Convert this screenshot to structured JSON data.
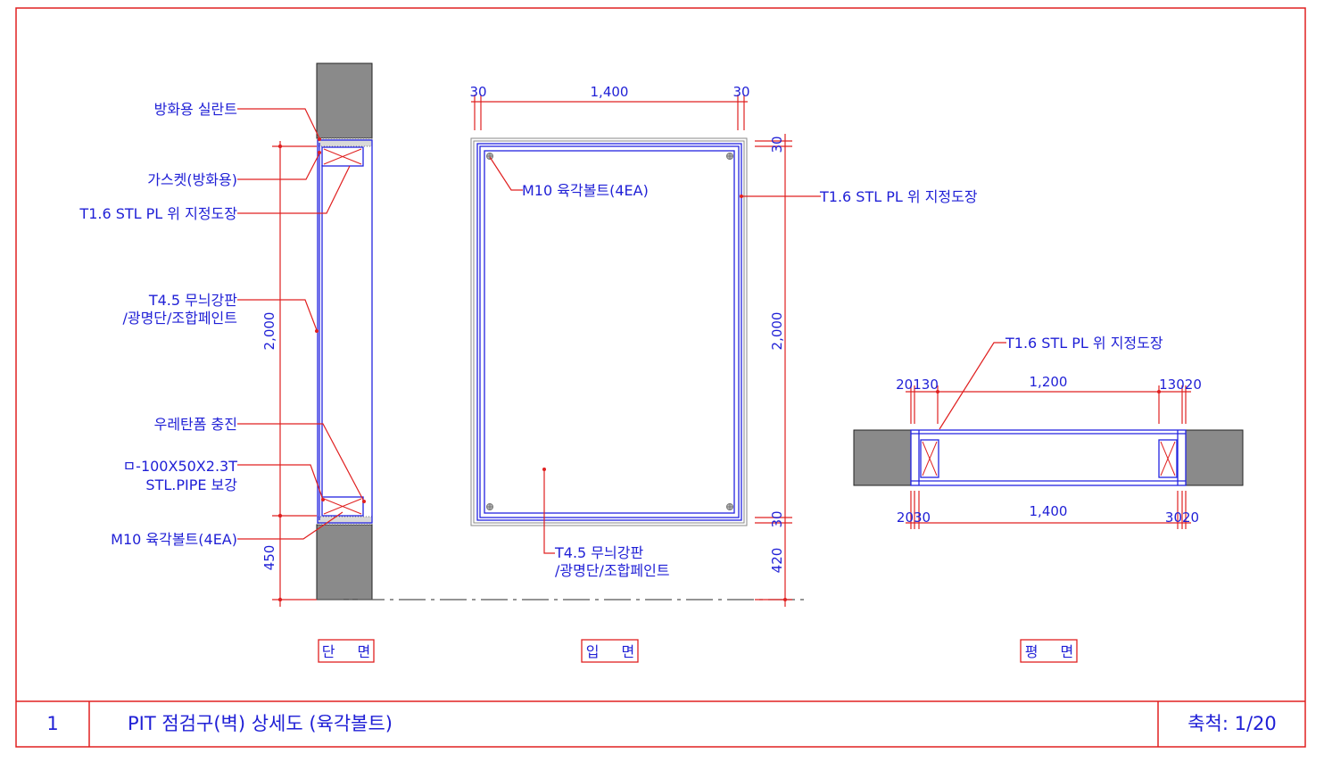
{
  "views": {
    "section": {
      "title": "단 면"
    },
    "elevation": {
      "title": "입 면"
    },
    "plan": {
      "title": "평 면"
    }
  },
  "section_labels": {
    "sealant": "방화용 실란트",
    "gasket": "가스켓(방화용)",
    "stl_pl": "T1.6 STL PL 위 지정도장",
    "checker_line1": "T4.5 무늬강판",
    "checker_line2": "/광명단/조합페인트",
    "urethane": "우레탄폼 충진",
    "pipe_line1": "ㅁ-100X50X2.3T",
    "pipe_line2": "STL.PIPE 보강",
    "bolt": "M10 육각볼트(4EA)"
  },
  "section_dims": {
    "height": "2,000",
    "bottom": "450"
  },
  "elevation_labels": {
    "bolt": "M10 육각볼트(4EA)",
    "stl_pl": "T1.6 STL PL 위 지정도장",
    "checker_line1": "T4.5 무늬강판",
    "checker_line2": "/광명단/조합페인트"
  },
  "elevation_dims": {
    "top_left": "30",
    "top_mid": "1,400",
    "top_right": "30",
    "right_top": "30",
    "right_mid": "2,000",
    "right_bot": "30",
    "right_base": "420"
  },
  "plan_labels": {
    "stl_pl": "T1.6 STL PL 위 지정도장"
  },
  "plan_dims": {
    "top_left": "20130",
    "top_mid": "1,200",
    "top_right": "13020",
    "bot_left": "2030",
    "bot_mid": "1,400",
    "bot_right": "3020"
  },
  "title_block": {
    "number": "1",
    "title": "PIT 점검구(벽) 상세도 (육각볼트)",
    "scale": "축척: 1/20"
  }
}
